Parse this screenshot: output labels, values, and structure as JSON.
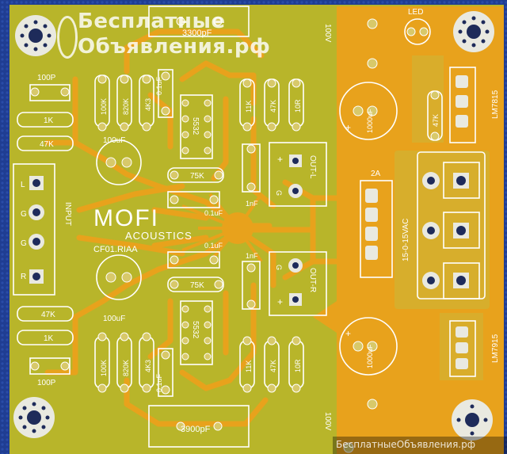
{
  "watermark": {
    "line1": "Бесплатные",
    "line2": "Объявления.рф",
    "footer": "БесплатныеОбъявления.рф"
  },
  "logo": {
    "brand": "MOFI",
    "sub": "ACOUSTICS",
    "model": "CF01.RIAA"
  },
  "labels": {
    "c100p_top": "100P",
    "r1k_top": "1K",
    "r47k_top": "47K",
    "input": "INPUT",
    "pin_l": "L",
    "pin_g1": "G",
    "pin_g2": "G",
    "pin_r": "R",
    "r47k_bot": "47K",
    "r1k_bot": "1K",
    "c100p_bot": "100P",
    "c3300": "3300pF",
    "c3900": "3900pF",
    "r100k_top": "100K",
    "r820k_top": "820K",
    "r4k3_top": "4K3",
    "r100k_bot": "100K",
    "r820k_bot": "820K",
    "r4k3_bot": "4K3",
    "cap100uf_top": "100uF",
    "cap100uf_bot": "100uF",
    "c01uf_a": "0.1uF",
    "c01uf_b": "0.1uF",
    "c01uf_c": "0.1uF",
    "c01uf_d": "0.1uF",
    "ic_top": "5532",
    "ic_bot": "5532",
    "r75k_top": "75K",
    "r75k_bot": "75K",
    "r11k_top": "11K",
    "r47k_mid_top": "47K",
    "r10r_top": "10R",
    "r11k_bot": "11K",
    "r47k_mid_bot": "47K",
    "r10r_bot": "10R",
    "c1nf_top": "1nF",
    "c1nf_bot": "1nF",
    "out_l": "OUT-L",
    "out_r": "OUT-R",
    "plus": "+",
    "g": "G",
    "fuse": "2A",
    "ac_in": "15-0-15VAC",
    "psu_100v_top": "100V",
    "psu_100v_bot": "100V",
    "psu_cap_top": "1000uF",
    "psu_cap_bot": "1000uF",
    "led": "LED",
    "r47k_led": "47K",
    "reg_top": "LM7815",
    "reg_bot": "LM7915"
  },
  "colors": {
    "board": "#b8b52a",
    "copper": "#e8a21c",
    "silk": "#ffffff",
    "pad": "#d8c96a",
    "background_cloth": "#1d3a8c"
  }
}
